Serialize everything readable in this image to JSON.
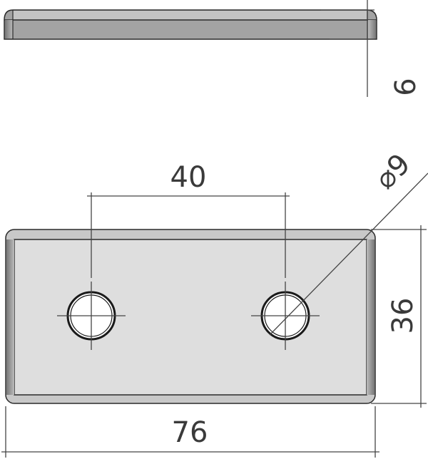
{
  "dimensions": {
    "thickness": "6",
    "hole_spacing": "40",
    "hole_diameter": "⌀9",
    "width": "36",
    "length": "76"
  },
  "colors": {
    "face": "#dedede",
    "side": "#a3a3a3",
    "edge": "#2a2a2a"
  }
}
